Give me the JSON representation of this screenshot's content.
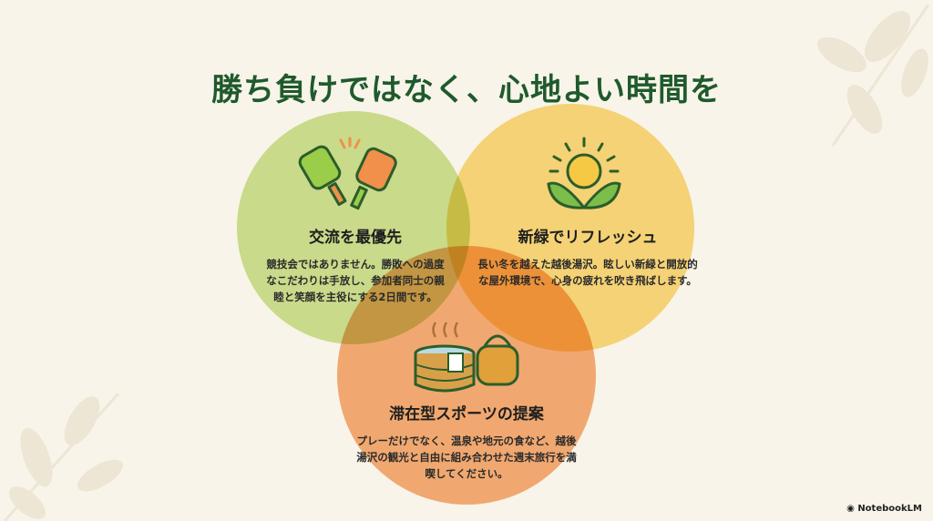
{
  "title": "勝ち負けではなく、心地よい時間を",
  "sections": [
    {
      "heading": "交流を最優先",
      "body": "競技会ではありません。勝敗への過度なこだわりは手放し、参加者同士の親睦と笑顔を主役にする2日間です。",
      "icon": "paddles-icon",
      "color": "#cfe497"
    },
    {
      "heading": "新緑でリフレッシュ",
      "body": "長い冬を越えた越後湯沢。眩しい新緑と開放的な屋外環境で、心身の疲れを吹き飛ばします。",
      "icon": "sun-leaves-icon",
      "color": "#fbdc80"
    },
    {
      "heading": "滞在型スポーツの提案",
      "body": "プレーだけでなく、温泉や地元の食など、越後湯沢の観光と自由に組み合わせた週末旅行を満喫してください。",
      "icon": "hot-spring-bag-icon",
      "color": "#f7b07a"
    }
  ],
  "brand": "NotebookLM"
}
